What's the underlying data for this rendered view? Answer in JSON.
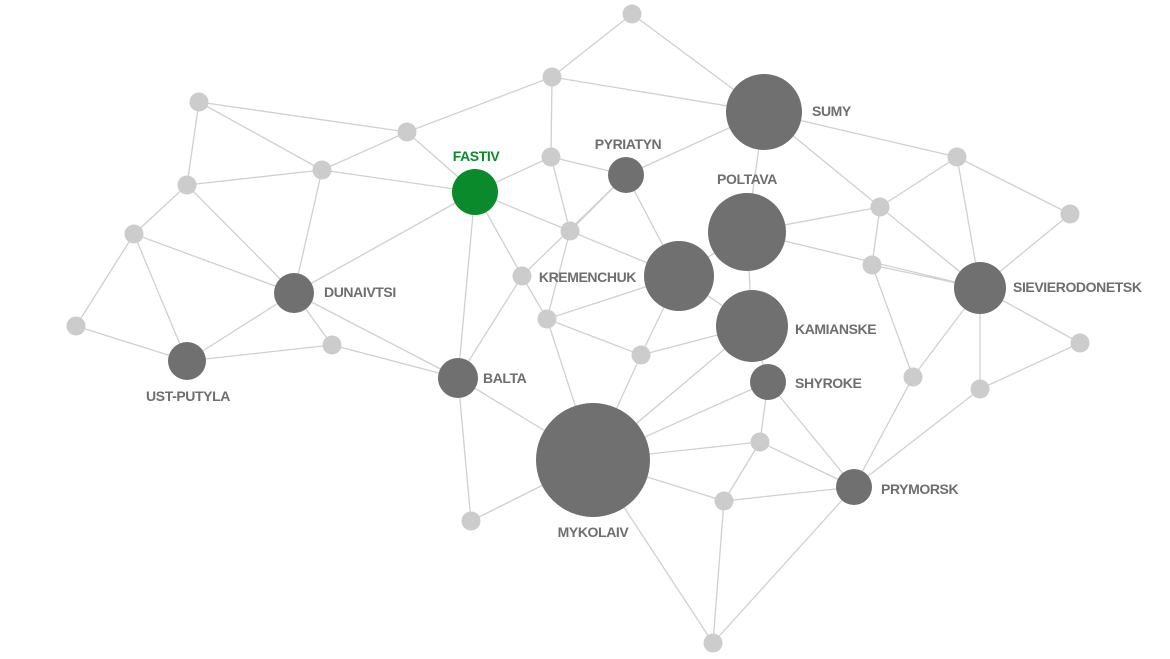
{
  "colors": {
    "edge": "#d0d0d0",
    "minor_node": "#cccccc",
    "city_node": "#707070",
    "highlight_node": "#0b8a2c",
    "label": "#6e6e6e",
    "highlight_label": "#0b8a2c",
    "background": "#ffffff"
  },
  "cities": [
    {
      "id": "sumy",
      "label": "SUMY",
      "importance": 5,
      "highlight": false
    },
    {
      "id": "poltava",
      "label": "POLTAVA",
      "importance": 5,
      "highlight": false
    },
    {
      "id": "kamianske",
      "label": "KAMIANSKE",
      "importance": 5,
      "highlight": false
    },
    {
      "id": "kremenchuk",
      "label": "KREMENCHUK",
      "importance": 5,
      "highlight": false
    },
    {
      "id": "mykolaiv",
      "label": "MYKOLAIV",
      "importance": 8,
      "highlight": false
    },
    {
      "id": "sievierodonetsk",
      "label": "SIEVIERODONETSK",
      "importance": 3,
      "highlight": false
    },
    {
      "id": "pyriatyn",
      "label": "PYRIATYN",
      "importance": 2,
      "highlight": false
    },
    {
      "id": "fastiv",
      "label": "FASTIV",
      "importance": 3,
      "highlight": true
    },
    {
      "id": "dunaivtsi",
      "label": "DUNAIVTSI",
      "importance": 3,
      "highlight": false
    },
    {
      "id": "ust_putyla",
      "label": "UST-PUTYLA",
      "importance": 3,
      "highlight": false
    },
    {
      "id": "balta",
      "label": "BALTA",
      "importance": 3,
      "highlight": false
    },
    {
      "id": "shyroke",
      "label": "SHYROKE",
      "importance": 2,
      "highlight": false
    },
    {
      "id": "prymorsk",
      "label": "PRYMORSK",
      "importance": 2,
      "highlight": false
    }
  ],
  "edges": [
    [
      "top",
      "n552"
    ],
    [
      "top",
      "sumy"
    ],
    [
      "n552",
      "n407"
    ],
    [
      "n552",
      "n551"
    ],
    [
      "n552",
      "sumy"
    ],
    [
      "n199",
      "n407"
    ],
    [
      "n199",
      "n187"
    ],
    [
      "n199",
      "n322"
    ],
    [
      "n407",
      "n322"
    ],
    [
      "n407",
      "fastiv"
    ],
    [
      "n187",
      "n322"
    ],
    [
      "n187",
      "n134"
    ],
    [
      "n187",
      "dunaivtsi"
    ],
    [
      "n322",
      "fastiv"
    ],
    [
      "n322",
      "dunaivtsi"
    ],
    [
      "n134",
      "dunaivtsi"
    ],
    [
      "n134",
      "n76"
    ],
    [
      "n134",
      "ust_putyla"
    ],
    [
      "n76",
      "ust_putyla"
    ],
    [
      "ust_putyla",
      "dunaivtsi"
    ],
    [
      "ust_putyla",
      "n332"
    ],
    [
      "dunaivtsi",
      "fastiv"
    ],
    [
      "dunaivtsi",
      "n332"
    ],
    [
      "dunaivtsi",
      "balta"
    ],
    [
      "n332",
      "balta"
    ],
    [
      "fastiv",
      "n551"
    ],
    [
      "fastiv",
      "n570"
    ],
    [
      "fastiv",
      "n522"
    ],
    [
      "fastiv",
      "balta"
    ],
    [
      "n551",
      "n570"
    ],
    [
      "n551",
      "pyriatyn"
    ],
    [
      "pyriatyn",
      "sumy"
    ],
    [
      "pyriatyn",
      "n570"
    ],
    [
      "pyriatyn",
      "n522"
    ],
    [
      "pyriatyn",
      "kremenchuk"
    ],
    [
      "n570",
      "kremenchuk"
    ],
    [
      "n570",
      "n547"
    ],
    [
      "n522",
      "balta"
    ],
    [
      "n522",
      "n547"
    ],
    [
      "balta",
      "mykolaiv"
    ],
    [
      "balta",
      "n471"
    ],
    [
      "n471",
      "mykolaiv"
    ],
    [
      "n547",
      "kremenchuk"
    ],
    [
      "n547",
      "n641"
    ],
    [
      "n547",
      "mykolaiv"
    ],
    [
      "kremenchuk",
      "poltava"
    ],
    [
      "kremenchuk",
      "kamianske"
    ],
    [
      "kremenchuk",
      "n641"
    ],
    [
      "n641",
      "kamianske"
    ],
    [
      "n641",
      "mykolaiv"
    ],
    [
      "sumy",
      "poltava"
    ],
    [
      "sumy",
      "n880"
    ],
    [
      "sumy",
      "n957"
    ],
    [
      "poltava",
      "kamianske"
    ],
    [
      "poltava",
      "n880"
    ],
    [
      "poltava",
      "sievierodonetsk"
    ],
    [
      "n957",
      "n880"
    ],
    [
      "n957",
      "sievierodonetsk"
    ],
    [
      "n957",
      "n1070"
    ],
    [
      "n880",
      "n872"
    ],
    [
      "n880",
      "sievierodonetsk"
    ],
    [
      "n872",
      "sievierodonetsk"
    ],
    [
      "n872",
      "n913"
    ],
    [
      "n1070",
      "sievierodonetsk"
    ],
    [
      "sievierodonetsk",
      "n913"
    ],
    [
      "sievierodonetsk",
      "n980"
    ],
    [
      "sievierodonetsk",
      "n1080"
    ],
    [
      "n1080",
      "n980"
    ],
    [
      "n913",
      "prymorsk"
    ],
    [
      "n980",
      "prymorsk"
    ],
    [
      "kamianske",
      "mykolaiv"
    ],
    [
      "kamianske",
      "shyroke"
    ],
    [
      "shyroke",
      "mykolaiv"
    ],
    [
      "shyroke",
      "n760"
    ],
    [
      "shyroke",
      "prymorsk"
    ],
    [
      "n760",
      "mykolaiv"
    ],
    [
      "n760",
      "n724"
    ],
    [
      "n760",
      "prymorsk"
    ],
    [
      "mykolaiv",
      "n724"
    ],
    [
      "mykolaiv",
      "n713"
    ],
    [
      "n724",
      "prymorsk"
    ],
    [
      "n724",
      "n713"
    ],
    [
      "n713",
      "prymorsk"
    ]
  ]
}
